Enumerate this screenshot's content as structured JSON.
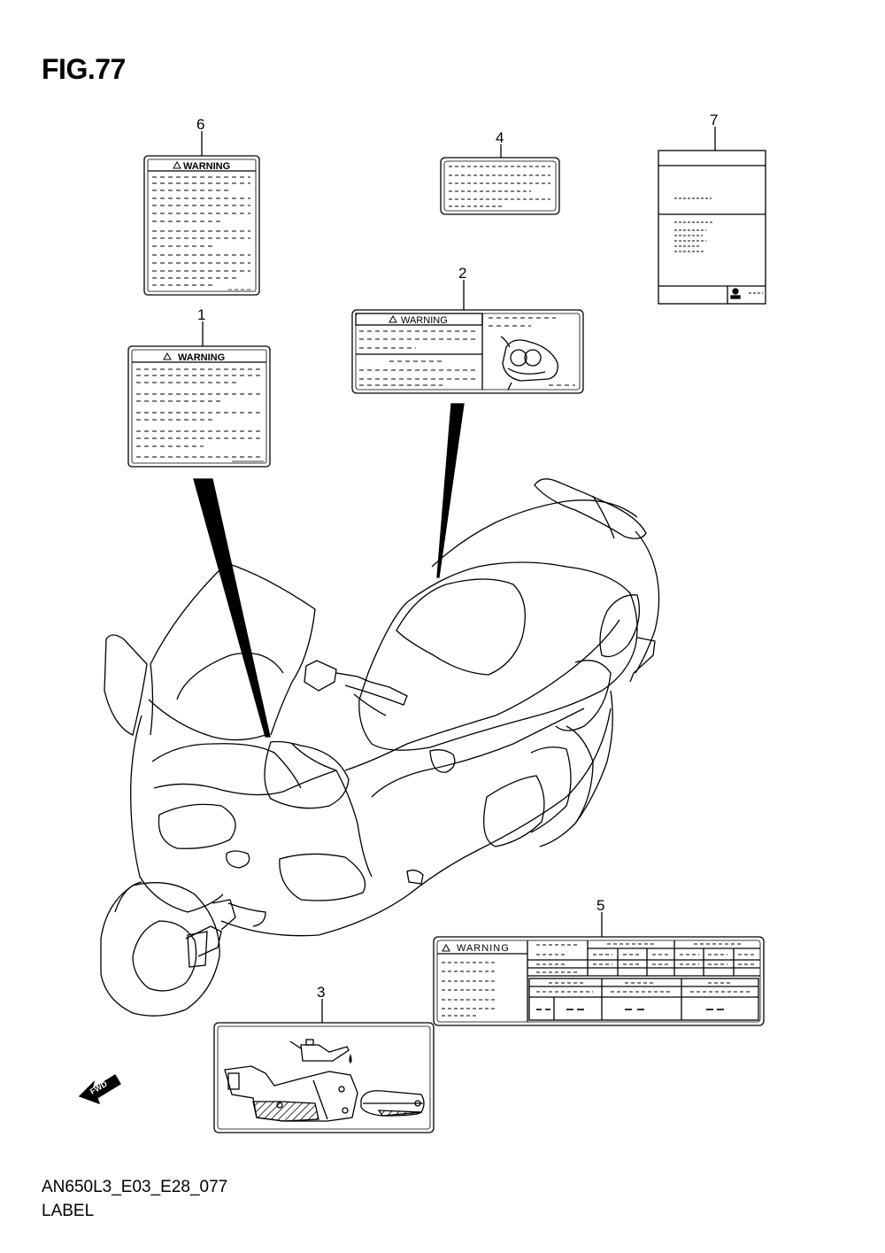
{
  "header": {
    "title": "FIG.77"
  },
  "footer": {
    "code": "AN650L3_E03_E28_077",
    "label": "LABEL"
  },
  "callouts": {
    "c1": "1",
    "c2": "2",
    "c3": "3",
    "c4": "4",
    "c5": "5",
    "c6": "6",
    "c7": "7"
  },
  "labels": {
    "warning_text": "WARNING",
    "fwd_text": "FWD"
  }
}
